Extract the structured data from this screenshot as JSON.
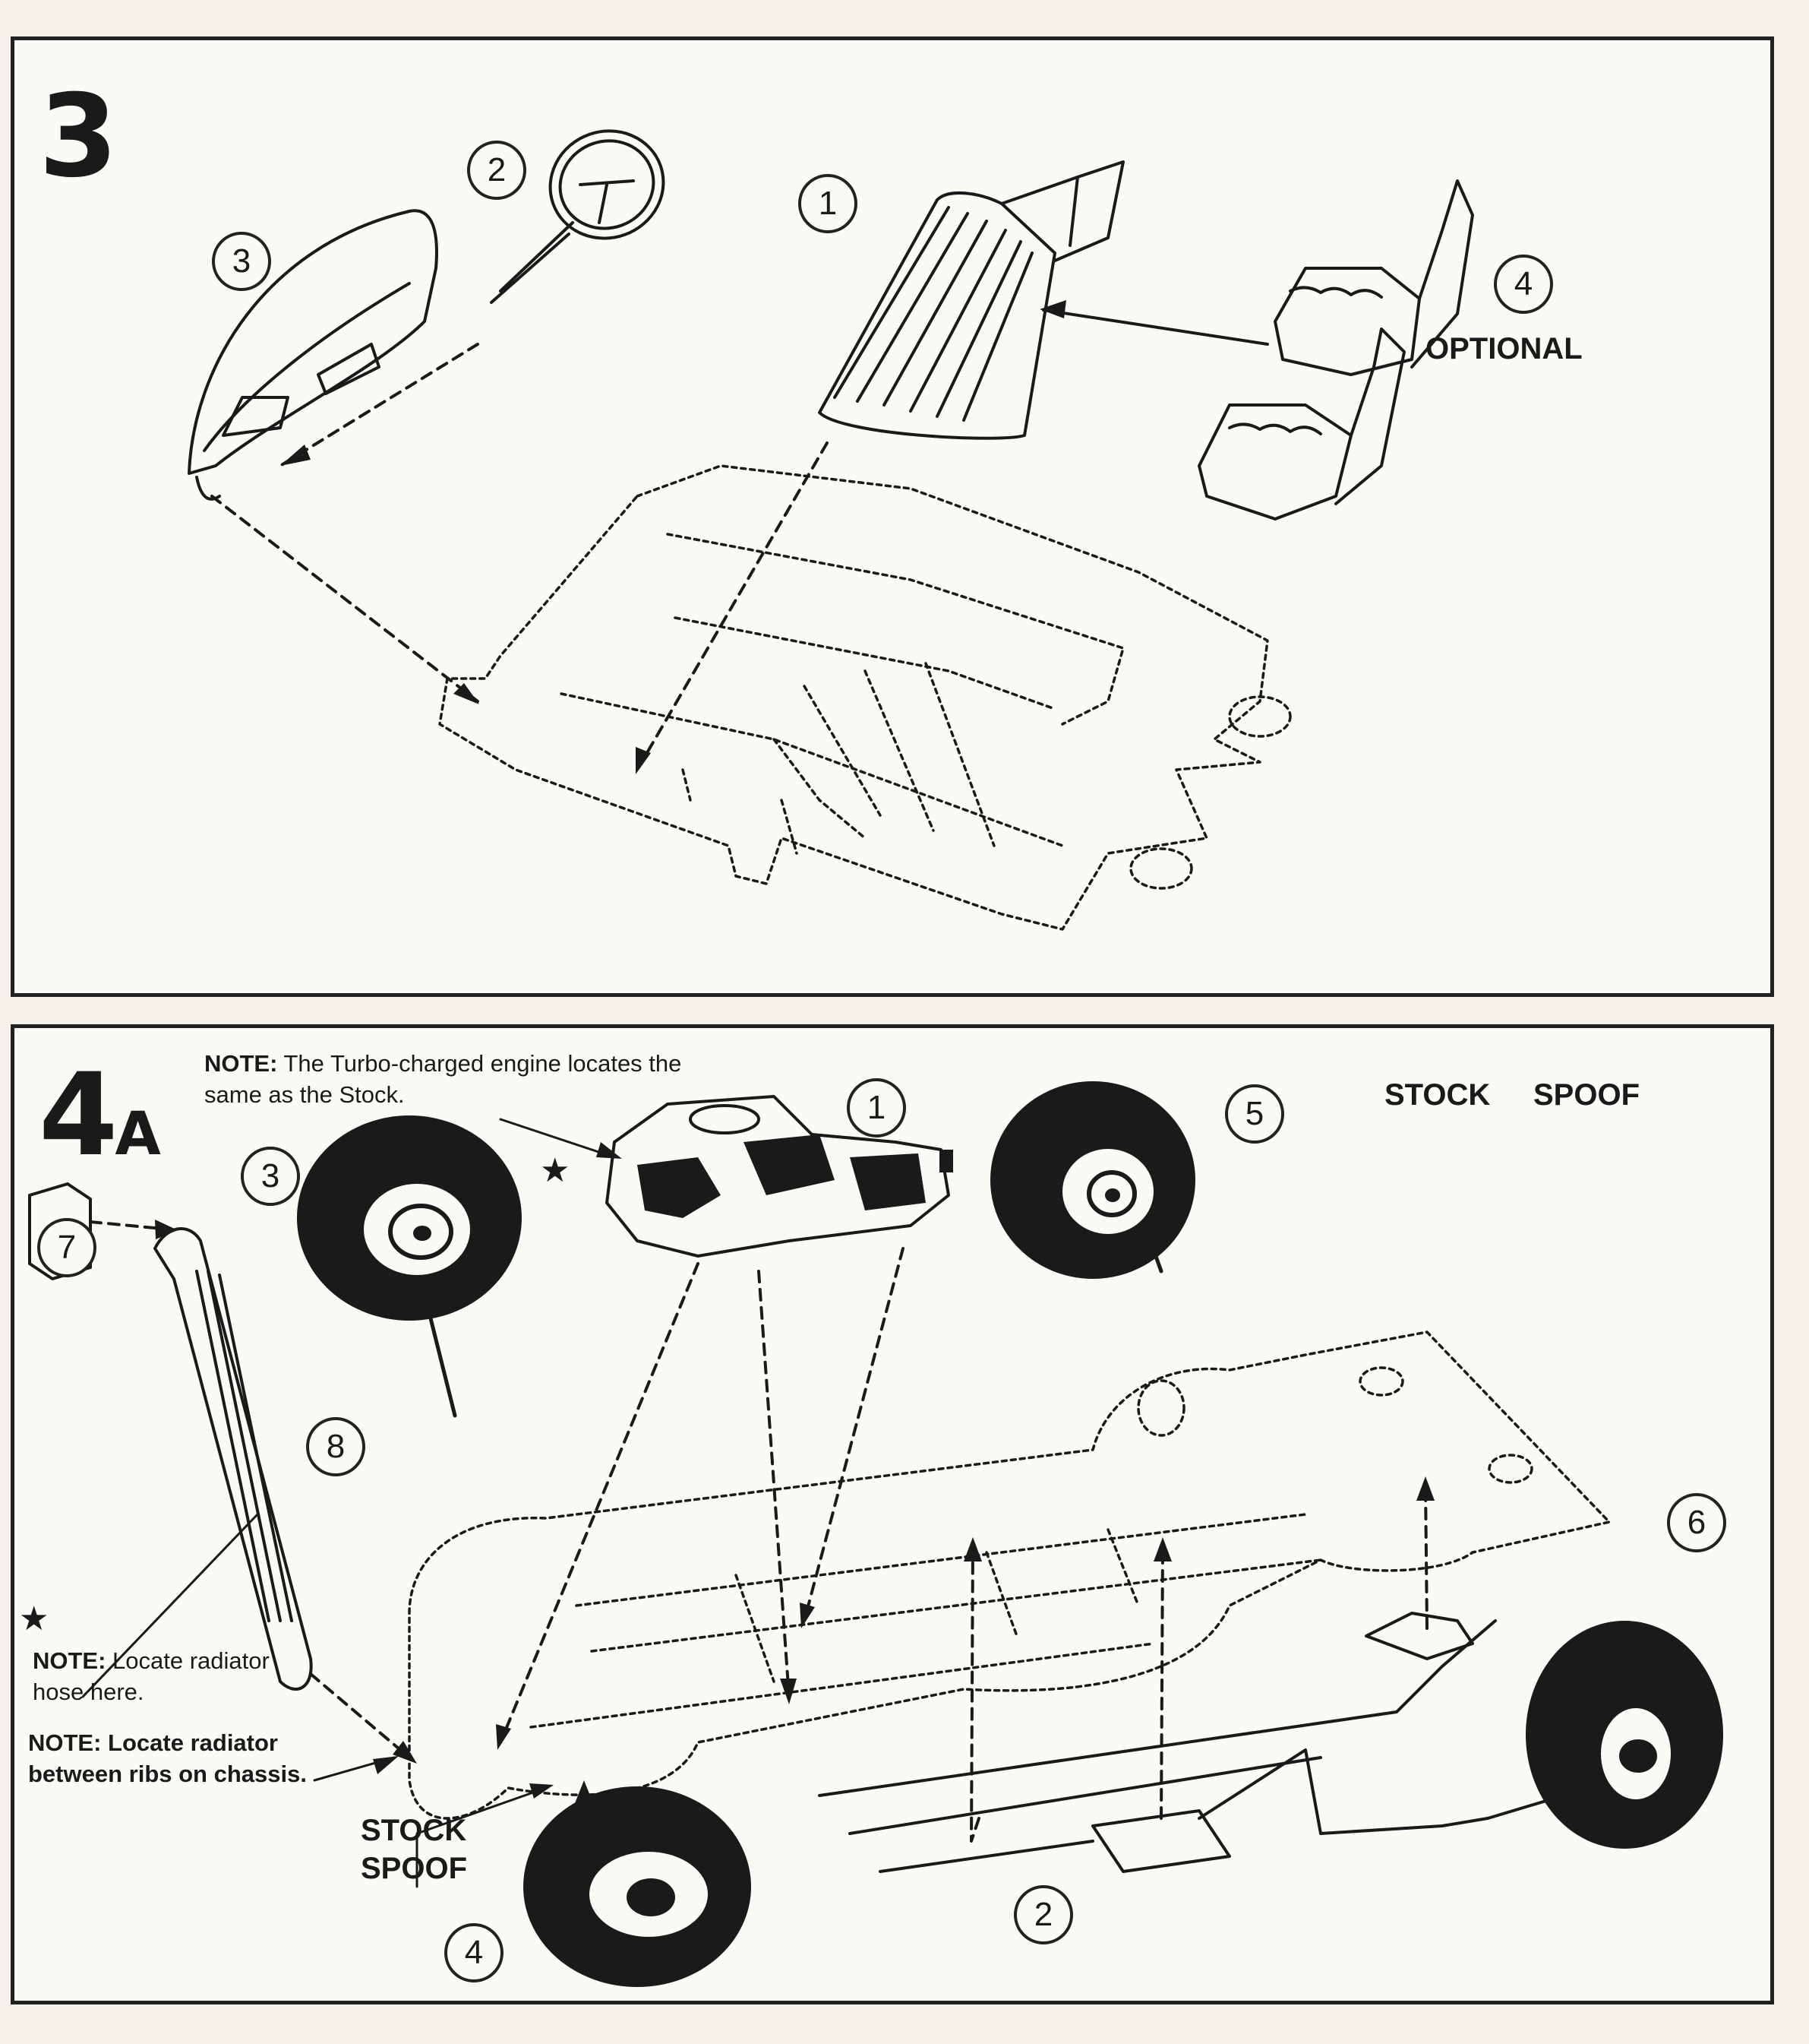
{
  "step3": {
    "number": "3",
    "callouts": [
      "1",
      "2",
      "3",
      "4"
    ],
    "optional_label": "OPTIONAL"
  },
  "step4a": {
    "number": "4",
    "suffix": "A",
    "callouts": [
      "1",
      "2",
      "3",
      "4",
      "5",
      "6",
      "7",
      "8"
    ],
    "top_labels": {
      "stock": "STOCK",
      "spoof": "SPOOF"
    },
    "bottom_label": {
      "line1": "STOCK",
      "line2": "SPOOF"
    },
    "note_engine": {
      "prefix": "NOTE:",
      "line1": " The Turbo-charged engine locates the",
      "line2": "same as the Stock."
    },
    "note_hose": {
      "prefix": "NOTE:",
      "line1": " Locate radiator",
      "line2": "hose here."
    },
    "note_radiator": {
      "line1": "NOTE: Locate radiator",
      "line2": "between ribs on chassis."
    },
    "star_symbol": "★"
  },
  "colors": {
    "ink": "#1a1a1a",
    "paper": "#fbfaf5",
    "page": "#f4f1ea"
  }
}
